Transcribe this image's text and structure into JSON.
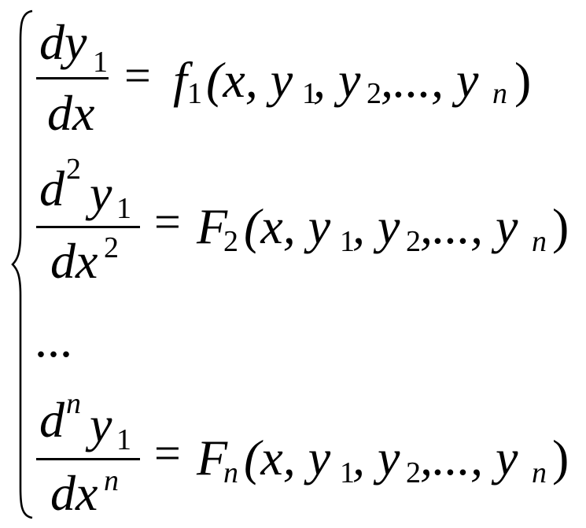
{
  "colors": {
    "ink": "#000000",
    "background": "#ffffff"
  },
  "equations": [
    {
      "num_main": "dy",
      "num_sub": "1",
      "den_main": "dx",
      "rhs_fn": "f",
      "rhs_fn_sub": "1",
      "rhs_open": "(x, y",
      "rhs_sub1": "1",
      "rhs_mid1": ", y",
      "rhs_sub2": "2",
      "rhs_mid2": ",..., y",
      "rhs_subn": "n",
      "rhs_close": ")"
    },
    {
      "num_d": "d",
      "num_sup": "2",
      "num_y": "y",
      "num_sub": "1",
      "den_main": "dx",
      "den_sup": "2",
      "rhs_fn": "F",
      "rhs_fn_sub": "2",
      "rhs_open": "(x, y",
      "rhs_sub1": "1",
      "rhs_mid1": ", y",
      "rhs_sub2": "2",
      "rhs_mid2": ",..., y",
      "rhs_subn": "n",
      "rhs_close": ")"
    },
    {
      "num_d": "d",
      "num_sup": "n",
      "num_y": "y",
      "num_sub": "1",
      "den_main": "dx",
      "den_sup": "n",
      "rhs_fn": "F",
      "rhs_fn_sub": "n",
      "rhs_open": "(x, y",
      "rhs_sub1": "1",
      "rhs_mid1": ", y",
      "rhs_sub2": "2",
      "rhs_mid2": ",..., y",
      "rhs_subn": "n",
      "rhs_close": ")"
    }
  ],
  "equals": "=",
  "ellipsis": "..."
}
